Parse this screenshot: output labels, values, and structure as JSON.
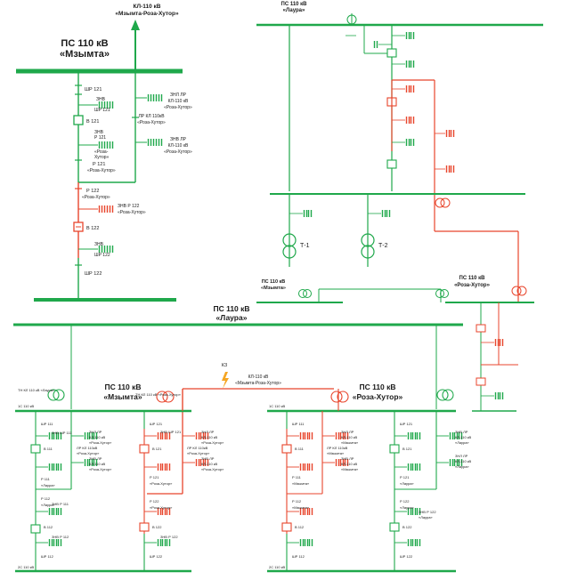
{
  "colors": {
    "green": "#1fa84b",
    "red": "#e8452c",
    "text": "#1a1a1a",
    "bg": "#ffffff"
  },
  "labels": {
    "top_line_1": "КЛ-110 кВ",
    "top_line_2": "«Мзымта-Роза-Хутор»",
    "main_title_1": "ПС 110 кВ",
    "main_title_2": "«Мзымта»",
    "shr121": "ШР 121",
    "znv_shr121_1": "ЗНВ",
    "znv_shr121_2": "ШР 121",
    "znl_lr_1": "ЗНЛ ЛР",
    "znl_lr_2": "КЛ-110 кВ",
    "znl_lr_3": "«Роза-Хутор»",
    "v121": "В 121",
    "lr_kl_1": "ЛР КЛ 110кВ",
    "lr_kl_2": "«Роза-Хутор»",
    "znv_p121_1": "ЗНВ",
    "znv_p121_2": "Р 121",
    "znv_p121_3": "«Роза-",
    "znv_p121_4": "Хутор»",
    "znv_lr_1": "ЗНВ ЛР",
    "znv_lr_2": "КЛ-110 кВ",
    "znv_lr_3": "«Роза-Хутор»",
    "p121_1": "Р 121",
    "p121_2": "«Роза-Хутор»",
    "p122_1": "Р 122",
    "p122_2": "«Роза-Хутор»",
    "znv_p122_1": "ЗНВ Р 122",
    "znv_p122_2": "«Роза-Хутор»",
    "v122": "В 122",
    "znv_shr122_1": "ЗНВ",
    "znv_shr122_2": "ШР 122",
    "shr122": "ШР 122",
    "laura_top_1": "ПС 110 кВ",
    "laura_top_2": "«Лаура»",
    "t1": "Т-1",
    "t2": "Т-2",
    "mzymta_small_1": "ПС 110 кВ",
    "mzymta_small_2": "«Мзымта»",
    "roza_small_1": "ПС 110 кВ",
    "roza_small_2": "«Роза-Хутор»",
    "laura_mid_1": "ПС 110 кВ",
    "laura_mid_2": "«Лаура»",
    "k3": "К3",
    "kl_bottom_1": "КЛ-110 кВ",
    "kl_bottom_2": "«Мзымта-Роза-Хутор»",
    "mzymta_bottom_1": "ПС 110 кВ",
    "mzymta_bottom_2": "«Мзымта»",
    "roza_bottom_1": "ПС 110 кВ",
    "roza_bottom_2": "«Роза-Хутор»",
    "bus_1c": "1С 110 кВ",
    "bus_2c": "2С 110 кВ",
    "tn_laura": "ТН КЛ 110 кВ «Лаура»",
    "tn_roza": "ТН КЛ 110 кВ «Роза-Хутор»"
  },
  "small_left": [
    "ШР 111",
    "В 111",
    "ЗНВ ШР 111",
    "Р 111",
    "«Лаура»",
    "ЗНВ Р 111",
    "Р 112",
    "«Лаура»",
    "В 112",
    "ЗНВ Р 112",
    "ШР 112"
  ],
  "small_mid": [
    "ШР 121",
    "В 121",
    "ЗНВ ШР 121",
    "Р 121",
    "«Роза-Хутор»",
    "Р 122",
    "«Роза-Хутор»",
    "В 122",
    "ЗНВ Р 122",
    "ШР 122"
  ],
  "small_mid_right": [
    "ЗНЛ ЛР",
    "КЛ-110 кВ",
    "«Роза-Хутор»",
    "ЛР КЛ 110кВ",
    "«Роза-Хутор»",
    "ЗНВ ЛР",
    "КЛ-110 кВ",
    "«Роза-Хутор»"
  ],
  "small_right_a": [
    "ШР 111",
    "В 111",
    "Р 111",
    "«Мзымта»",
    "Р 112",
    "«Мзымта»",
    "В 112",
    "ШР 112"
  ],
  "small_right_b": [
    "ЗНЛ ЛР",
    "КЛ-110 кВ",
    "«Мзымта»",
    "ЛР КЛ 110кВ",
    "«Мзымта»",
    "ЗНВ ЛР",
    "КЛ-110 кВ",
    "«Мзымта»"
  ],
  "small_far": [
    "ШР 121",
    "В 121",
    "Р 121",
    "«Лаура»",
    "Р 122",
    "«Лаура»",
    "В 122",
    "ШР 122"
  ],
  "small_far_b": [
    "ЗНВ ЛР",
    "КЛ-110 кВ",
    "«Лаура»",
    "ЗНЛ ЛР",
    "КЛ-110 кВ",
    "«Лаура»",
    "ЗНВ Р 122",
    "«Лаура»"
  ]
}
